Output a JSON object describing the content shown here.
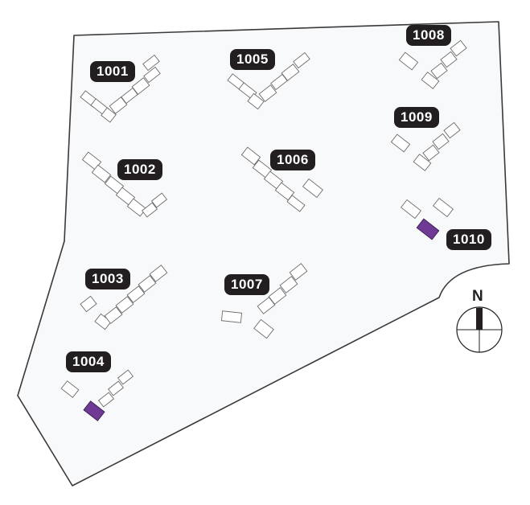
{
  "colors": {
    "boundary": "#3a3a3a",
    "building_outline": "#6b6b6b",
    "highlight": "#6e3a94",
    "label_bg": "#231f20",
    "label_text": "#ffffff"
  },
  "blocks": [
    {
      "id": "1001",
      "label": "1001"
    },
    {
      "id": "1002",
      "label": "1002"
    },
    {
      "id": "1003",
      "label": "1003"
    },
    {
      "id": "1004",
      "label": "1004"
    },
    {
      "id": "1005",
      "label": "1005"
    },
    {
      "id": "1006",
      "label": "1006"
    },
    {
      "id": "1007",
      "label": "1007"
    },
    {
      "id": "1008",
      "label": "1008"
    },
    {
      "id": "1009",
      "label": "1009"
    },
    {
      "id": "1010",
      "label": "1010"
    }
  ],
  "compass": {
    "label": "N",
    "icon": "north-arrow-icon"
  }
}
